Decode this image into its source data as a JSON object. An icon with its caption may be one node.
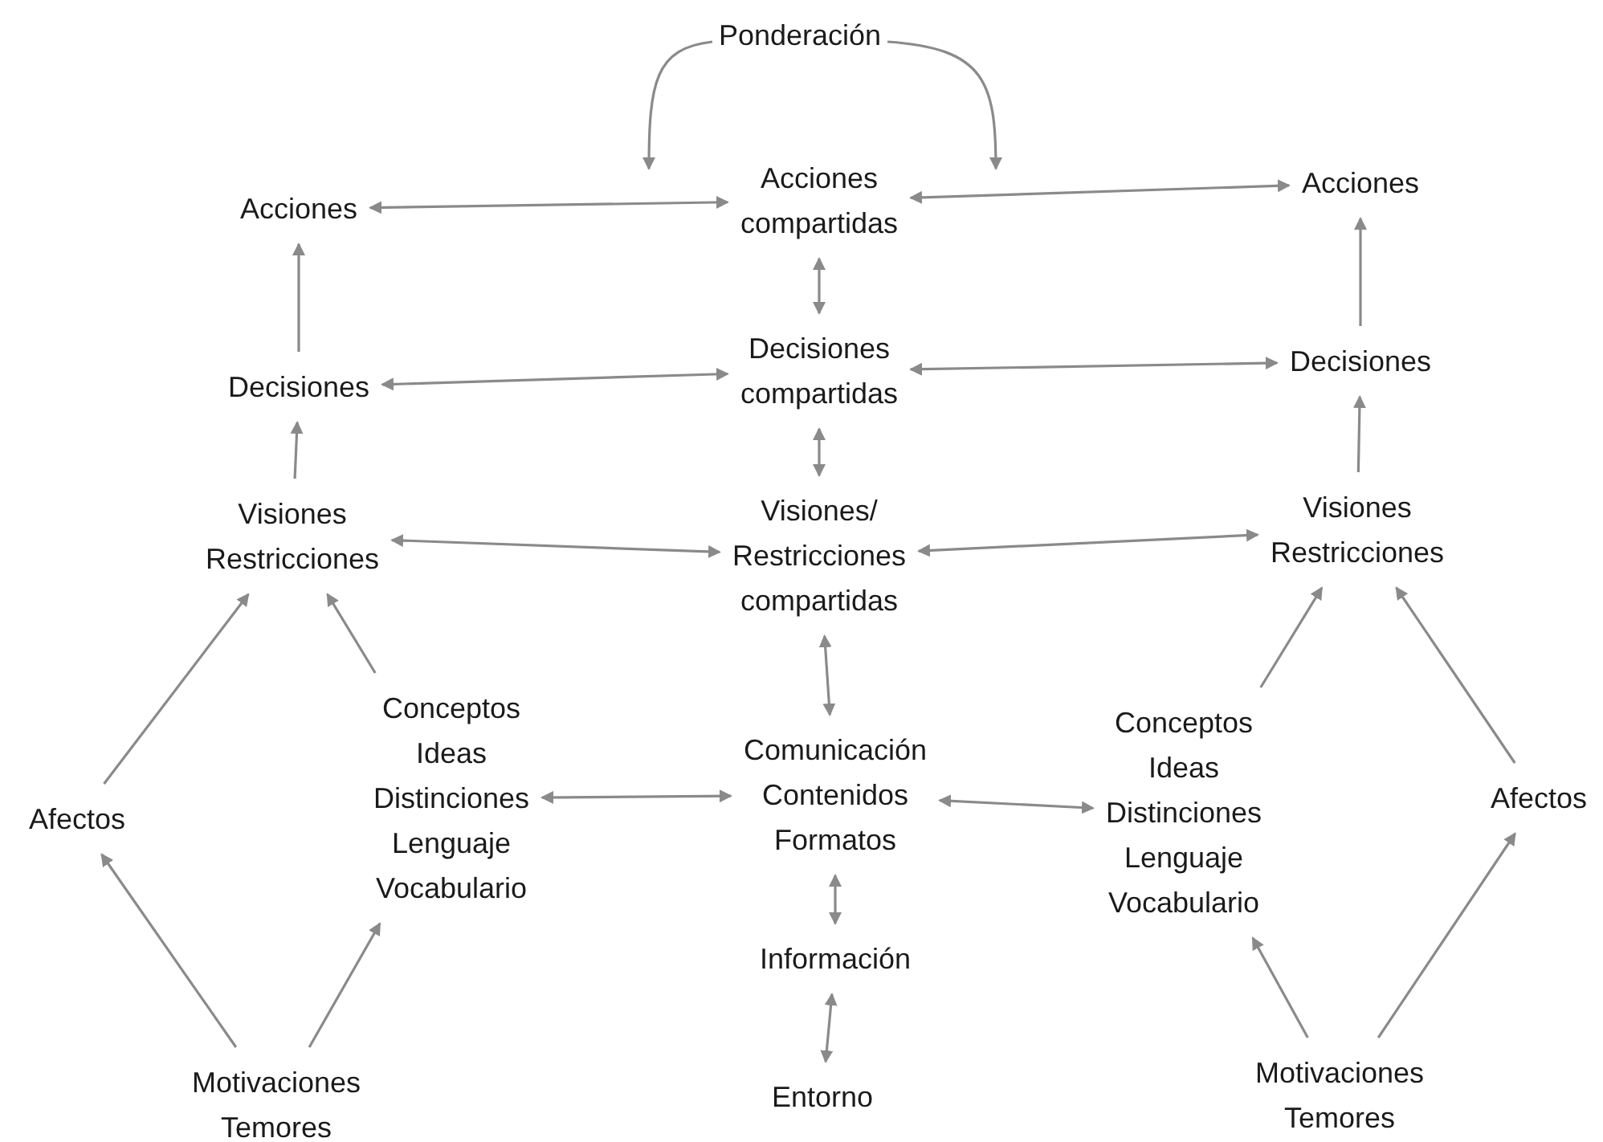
{
  "diagram": {
    "nodes": [
      {
        "text": [
          "Ponderación"
        ]
      },
      {
        "text": [
          "Acciones"
        ]
      },
      {
        "text": [
          "Acciones compartidas"
        ]
      },
      {
        "text": [
          "Acciones"
        ]
      },
      {
        "text": [
          "Decisiones"
        ]
      },
      {
        "text": [
          "Decisiones compartidas"
        ]
      },
      {
        "text": [
          "Decisiones"
        ]
      },
      {
        "text": [
          "Visiones Restricciones"
        ]
      },
      {
        "text": [
          "Visiones/ Restricciones compartidas"
        ]
      },
      {
        "text": [
          "Visiones Restricciones"
        ]
      },
      {
        "text": [
          "Afectos"
        ]
      },
      {
        "text": [
          "Conceptos Ideas Distinciones Lenguaje Vocabulario"
        ]
      },
      {
        "text": [
          "Comunicación Contenidos Formatos"
        ]
      },
      {
        "text": [
          "Conceptos Ideas Distinciones Lenguaje Vocabulario"
        ]
      },
      {
        "text": [
          "Afectos"
        ]
      },
      {
        "text": [
          "Información"
        ]
      },
      {
        "text": [
          "Motivaciones Temores"
        ]
      },
      {
        "text": [
          "Entorno"
        ]
      },
      {
        "text": [
          "Motivaciones Temores"
        ]
      }
    ],
    "edges": [
      {
        "from": 0,
        "to": null,
        "arrow": "to"
      },
      {
        "from": 0,
        "to": null,
        "arrow": "to"
      },
      {
        "from": 1,
        "to": 2,
        "arrow": "both"
      },
      {
        "from": 2,
        "to": 3,
        "arrow": "both"
      },
      {
        "from": 4,
        "to": 5,
        "arrow": "both"
      },
      {
        "from": 5,
        "to": 6,
        "arrow": "both"
      },
      {
        "from": 7,
        "to": 8,
        "arrow": "both"
      },
      {
        "from": 8,
        "to": 9,
        "arrow": "both"
      },
      {
        "from": 11,
        "to": 12,
        "arrow": "both"
      },
      {
        "from": 12,
        "to": 13,
        "arrow": "both"
      },
      {
        "from": 2,
        "to": 5,
        "arrow": "both"
      },
      {
        "from": 5,
        "to": 8,
        "arrow": "both"
      },
      {
        "from": 8,
        "to": 12,
        "arrow": "both"
      },
      {
        "from": 12,
        "to": 15,
        "arrow": "both"
      },
      {
        "from": 15,
        "to": 17,
        "arrow": "both"
      },
      {
        "from": 4,
        "to": 1,
        "arrow": "to"
      },
      {
        "from": 7,
        "to": 4,
        "arrow": "to"
      },
      {
        "from": 10,
        "to": 7,
        "arrow": "to"
      },
      {
        "from": 11,
        "to": 7,
        "arrow": "to"
      },
      {
        "from": 16,
        "to": 10,
        "arrow": "to"
      },
      {
        "from": 16,
        "to": 11,
        "arrow": "to"
      },
      {
        "from": 6,
        "to": 3,
        "arrow": "to"
      },
      {
        "from": 9,
        "to": 6,
        "arrow": "to"
      },
      {
        "from": 13,
        "to": 9,
        "arrow": "to"
      },
      {
        "from": 14,
        "to": 9,
        "arrow": "to"
      },
      {
        "from": 18,
        "to": 13,
        "arrow": "to"
      },
      {
        "from": 18,
        "to": 14,
        "arrow": "to"
      }
    ]
  }
}
